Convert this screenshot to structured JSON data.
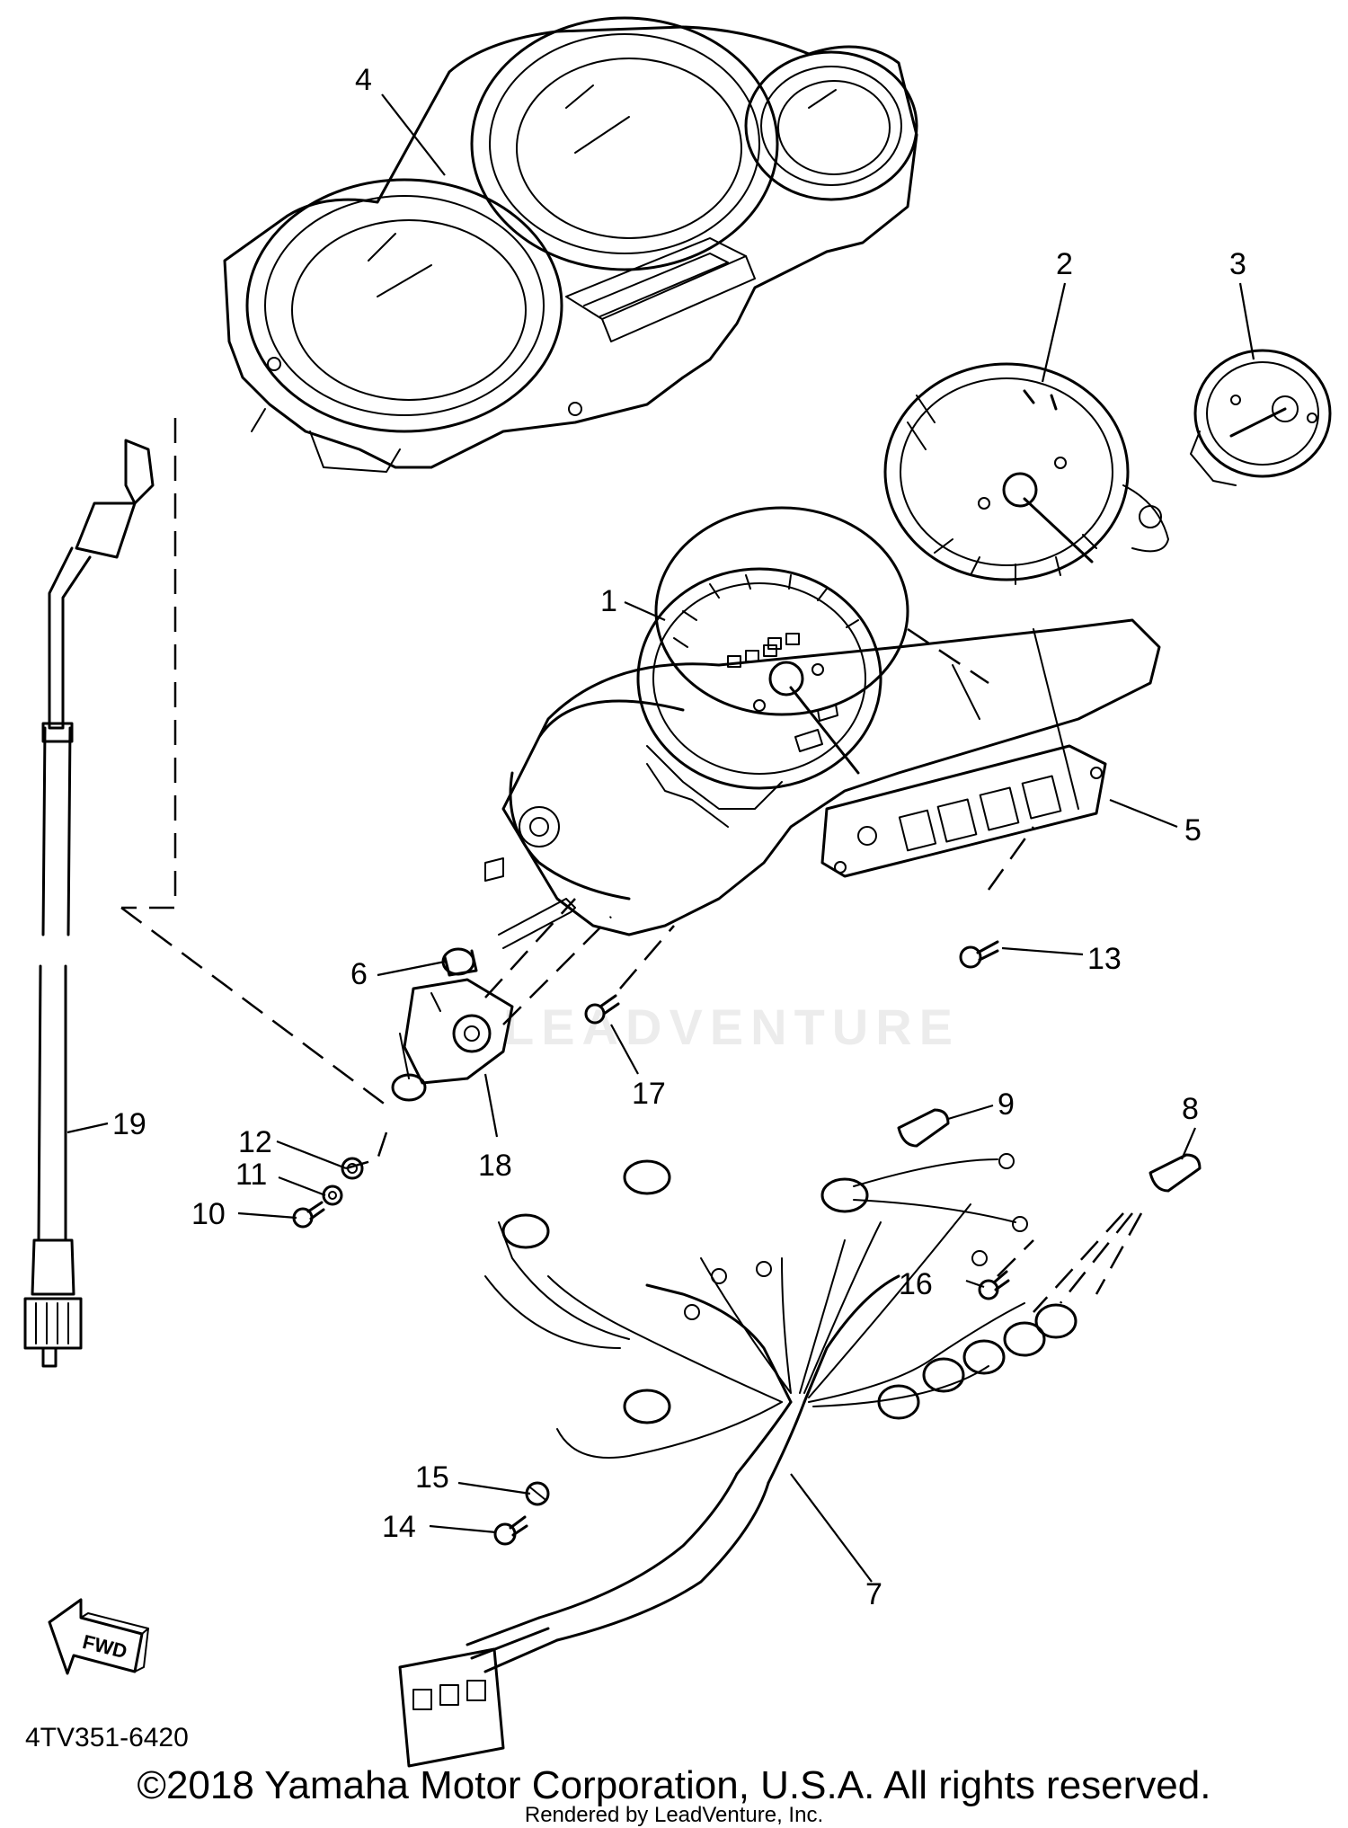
{
  "diagram_code": "4TV351-6420",
  "copyright": "©2018 Yamaha Motor Corporation, U.S.A. All rights reserved.",
  "rendered_by": "Rendered by LeadVenture, Inc.",
  "watermark": "LEADVENTURE",
  "fwd_label": "FWD",
  "callouts": [
    "1",
    "2",
    "3",
    "4",
    "5",
    "6",
    "7",
    "8",
    "9",
    "10",
    "11",
    "12",
    "13",
    "14",
    "15",
    "16",
    "17",
    "18",
    "19"
  ]
}
